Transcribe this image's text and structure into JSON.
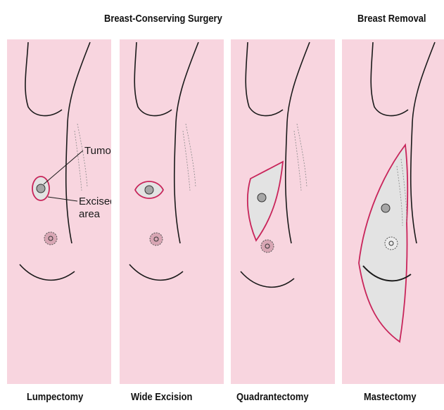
{
  "headings": {
    "conserving": "Breast-Conserving Surgery",
    "removal": "Breast Removal"
  },
  "labels": {
    "tumor": "Tumor",
    "excised_1": "Excised",
    "excised_2": "area"
  },
  "procedures": [
    {
      "label": "Lumpectomy"
    },
    {
      "label": "Wide Excision"
    },
    {
      "label": "Quadrantectomy"
    },
    {
      "label": "Mastectomy"
    }
  ],
  "colors": {
    "skin": "#f8d5df",
    "outline": "#1a1a1a",
    "excision_line": "#c8245a",
    "excised_fill": "#e3e3e3",
    "tumor_fill": "#a6a6a6",
    "nipple": "#d8a6b4"
  }
}
